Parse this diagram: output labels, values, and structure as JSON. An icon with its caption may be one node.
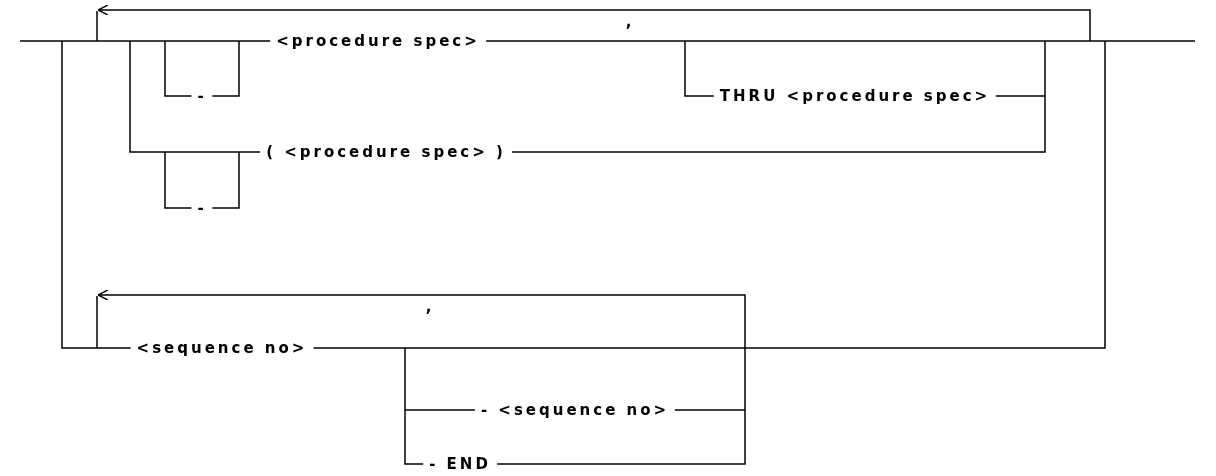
{
  "diagram": {
    "labels": [
      ",",
      "<procedure spec>",
      "-",
      "THRU <procedure spec>",
      "( <procedure spec> )",
      "-",
      ",",
      "<sequence no>",
      "- <sequence no>",
      "- END"
    ]
  }
}
